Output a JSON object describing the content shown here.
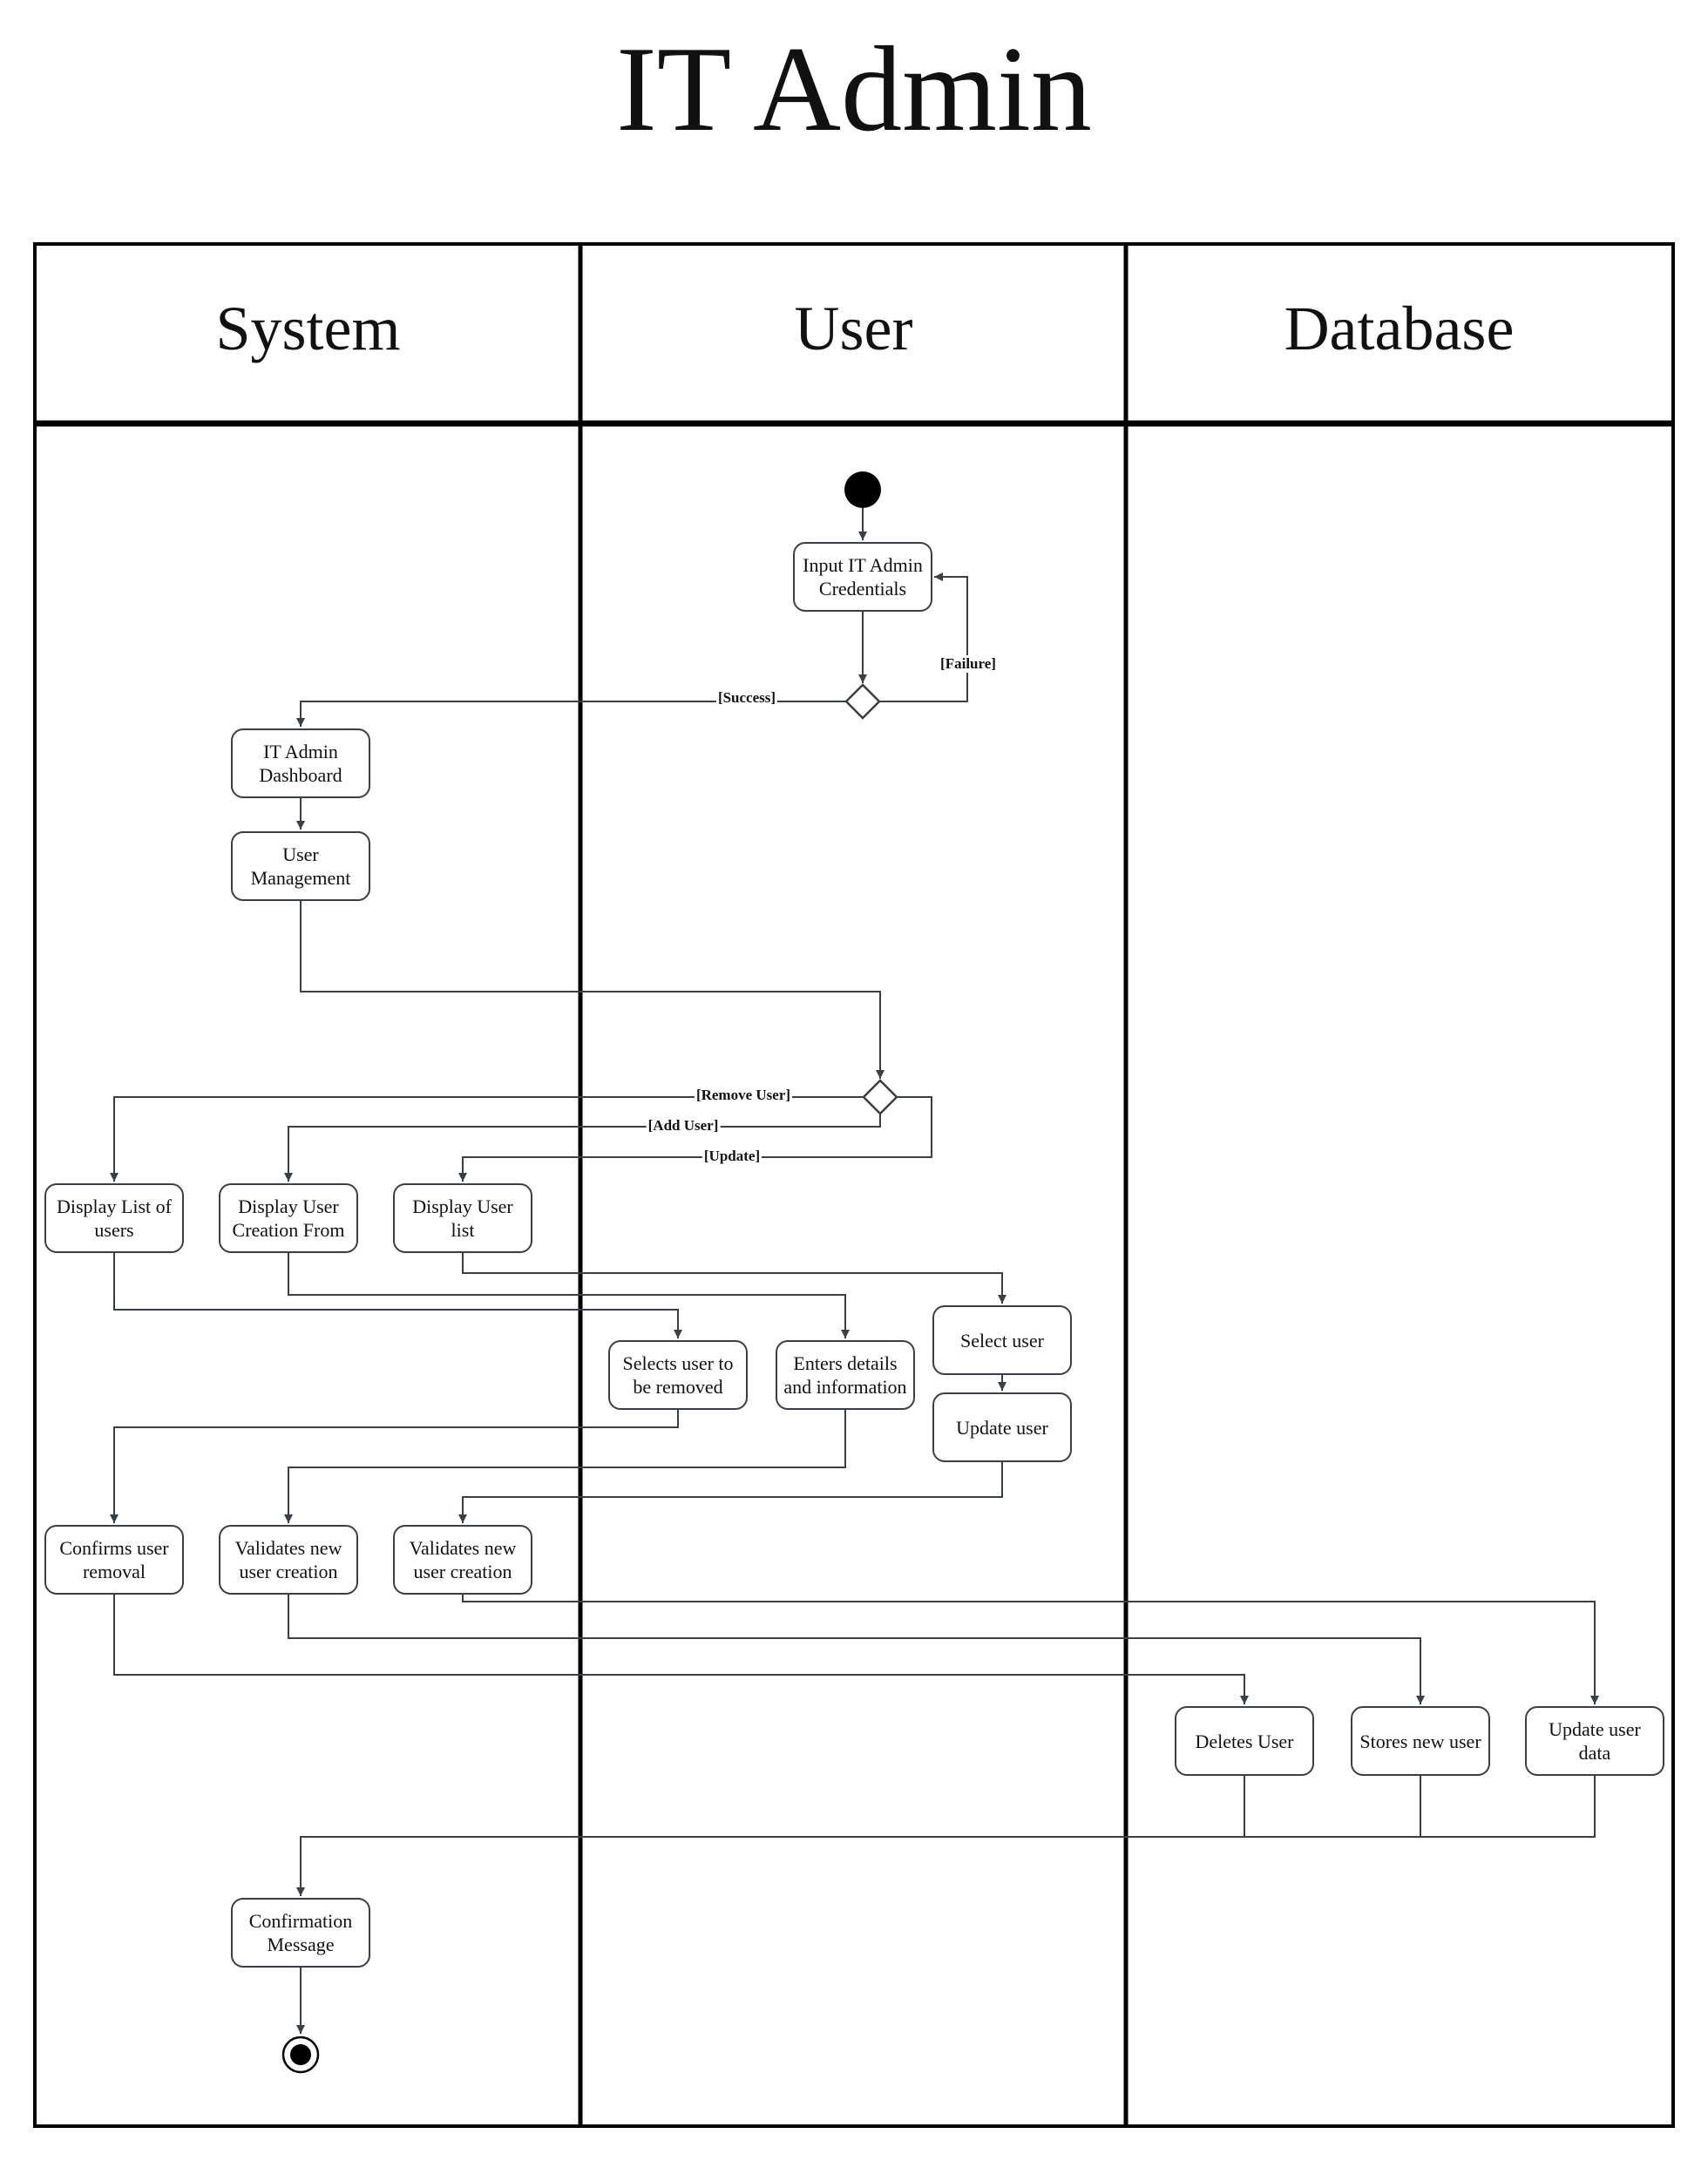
{
  "title": "IT Admin",
  "lanes": [
    "System",
    "User",
    "Database"
  ],
  "nodes": {
    "input_credentials": "Input IT Admin\nCredentials",
    "dashboard": "IT Admin\nDashboard",
    "user_management": "User\nManagement",
    "display_list": "Display List of\nusers",
    "display_creation_form": "Display User\nCreation From",
    "display_user_list": "Display User\nlist",
    "selects_removed": "Selects user to\nbe removed",
    "enters_details": "Enters details\nand information",
    "select_user": "Select user",
    "update_user": "Update user",
    "confirms_removal": "Confirms user\nremoval",
    "validates_creation_1": "Validates new\nuser creation",
    "validates_creation_2": "Validates new\nuser creation",
    "deletes_user": "Deletes User",
    "stores_user": "Stores new user",
    "update_user_data": "Update user\ndata",
    "confirmation_message": "Confirmation\nMessage"
  },
  "guards": {
    "failure": "[Failure]",
    "success": "[Success]",
    "remove_user": "[Remove User]",
    "add_user": "[Add User]",
    "update": "[Update]"
  },
  "colors": {
    "lane_border": "#000000",
    "node_border": "#3a3f45",
    "arrow": "#3a3f45"
  }
}
